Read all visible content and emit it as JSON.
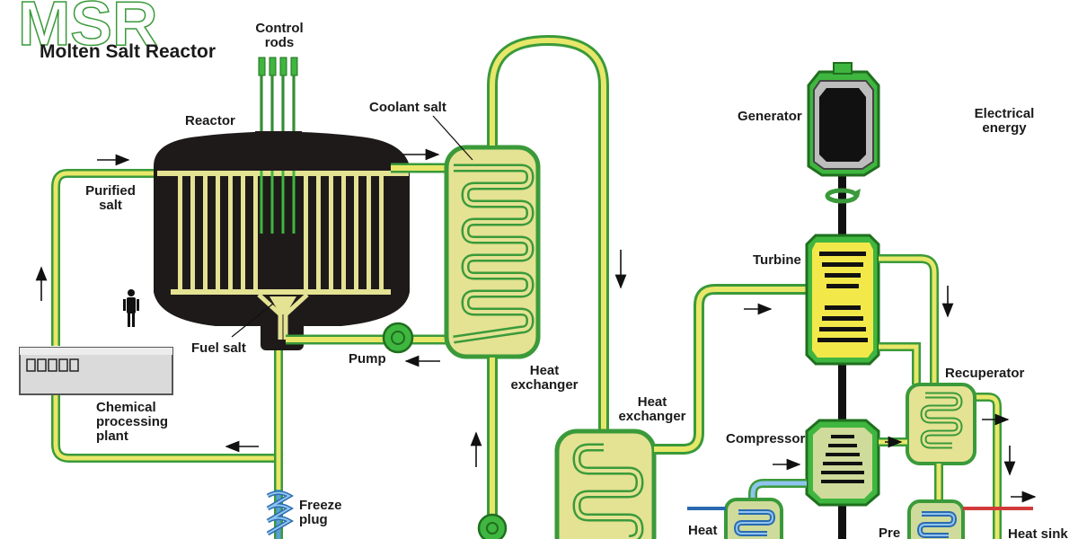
{
  "logo": {
    "letters": "MSR",
    "subtitle": "Molten Salt Reactor"
  },
  "labels": {
    "control_rods": [
      "Control",
      "rods"
    ],
    "reactor": "Reactor",
    "coolant_salt": "Coolant salt",
    "purified_salt": [
      "Purified",
      "salt"
    ],
    "fuel_salt": "Fuel salt",
    "pump": "Pump",
    "heat_exchanger_1": [
      "Heat",
      "exchanger"
    ],
    "heat_exchanger_2": [
      "Heat",
      "exchanger"
    ],
    "chemical_plant": [
      "Chemical",
      "processing",
      "plant"
    ],
    "freeze_plug": [
      "Freeze",
      "plug"
    ],
    "generator": "Generator",
    "electrical_energy": [
      "Electrical",
      "energy"
    ],
    "turbine": "Turbine",
    "recuperator": "Recuperator",
    "compressor": "Compressor",
    "heat_sink_left": "Heat",
    "pre": "Pre",
    "heat_sink_right": "Heat sink"
  },
  "colors": {
    "pipe_yellow": "#e8e76a",
    "pipe_green": "#3a9a3a",
    "reactor": "#1f1a1a",
    "exchanger_fill": "#e4e293",
    "generator": "#555555",
    "turbine": "#f3e84a",
    "cold_blue": "#5a9ed8",
    "hot_red": "#d23a3a"
  }
}
